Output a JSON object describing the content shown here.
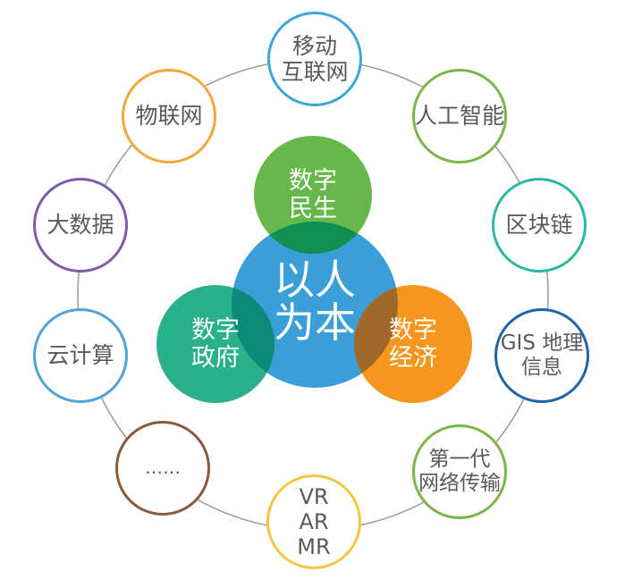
{
  "colors": {
    "ring": "#9a9a9a",
    "center": "#3a9fd8",
    "gov": "#2bb18a",
    "live": "#66b84a",
    "econ": "#f5961e"
  },
  "center": {
    "lines": [
      "以人",
      "为本"
    ]
  },
  "core_circles": [
    {
      "id": "live",
      "lines": [
        "数字",
        "民生"
      ]
    },
    {
      "id": "gov",
      "lines": [
        "数字",
        "政府"
      ]
    },
    {
      "id": "econ",
      "lines": [
        "数字",
        "经济"
      ]
    }
  ],
  "tech_nodes": [
    {
      "id": "mobile-internet",
      "lines": [
        "移动",
        "互联网"
      ],
      "color": "#3fa7d6"
    },
    {
      "id": "ai",
      "lines": [
        "人工智能"
      ],
      "color": "#7ab648"
    },
    {
      "id": "blockchain",
      "lines": [
        "区块链"
      ],
      "color": "#2fb8a0"
    },
    {
      "id": "gis",
      "lines": [
        "GIS 地理",
        "信息"
      ],
      "color": "#1f63a8"
    },
    {
      "id": "next-gen-network",
      "lines": [
        "第一代",
        "网络传输"
      ],
      "color": "#7ab648"
    },
    {
      "id": "vr-ar-mr",
      "lines": [
        "VR",
        "AR",
        "MR"
      ],
      "color": "#f2c744"
    },
    {
      "id": "more",
      "lines": [
        "……"
      ],
      "color": "#8b5a3c"
    },
    {
      "id": "cloud-computing",
      "lines": [
        "云计算"
      ],
      "color": "#4fa3d8"
    },
    {
      "id": "big-data",
      "lines": [
        "大数据"
      ],
      "color": "#7b5ea7"
    },
    {
      "id": "iot",
      "lines": [
        "物联网"
      ],
      "color": "#f2a93b"
    }
  ]
}
